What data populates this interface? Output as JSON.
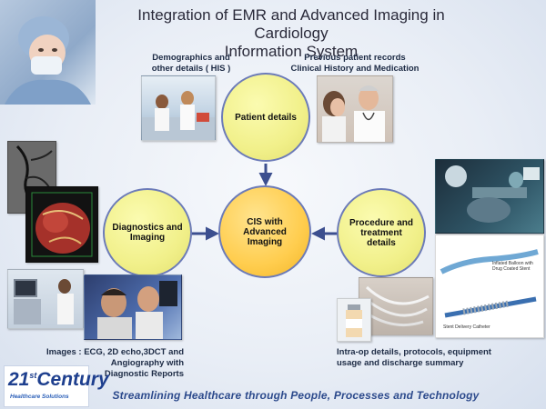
{
  "title": {
    "line1": "Integration of EMR and Advanced Imaging in Cardiology",
    "line2": "Information System"
  },
  "captions": {
    "demographics_1": "Demographics and",
    "demographics_2": "other details ( HIS )",
    "previous_1": "Previous patient records",
    "previous_2": "Clinical History and Medication",
    "images_1": "Images : ECG, 2D echo,3DCT and",
    "images_2": "Angiography with",
    "images_3": "Diagnostic Reports",
    "intraop_1": "Intra-op details, protocols, equipment",
    "intraop_2": "usage and discharge summary"
  },
  "nodes": {
    "patient_details": "Patient details",
    "diagnostics_1": "Diagnostics and",
    "diagnostics_2": "Imaging",
    "cis_1": "CIS with Advanced",
    "cis_2": "Imaging",
    "procedure_1": "Procedure and",
    "procedure_2": "treatment",
    "procedure_3": "details"
  },
  "photo_labels": {
    "balloon_1": "Inflated Balloon with",
    "balloon_2": "Drug Coated Stent",
    "catheter": "Stent Delivery Catheter"
  },
  "tagline": "Streamlining Healthcare through People, Processes and Technology",
  "logo": {
    "main": "21",
    "sup": "st",
    "word": "Century",
    "sub": "Healthcare Solutions"
  },
  "colors": {
    "circle": "#f1f08a",
    "center_circle": "#ffcd4e",
    "circle_border": "#6c7bb8",
    "arrow": "#3c4f8f",
    "tagline": "#2c4a8c"
  }
}
